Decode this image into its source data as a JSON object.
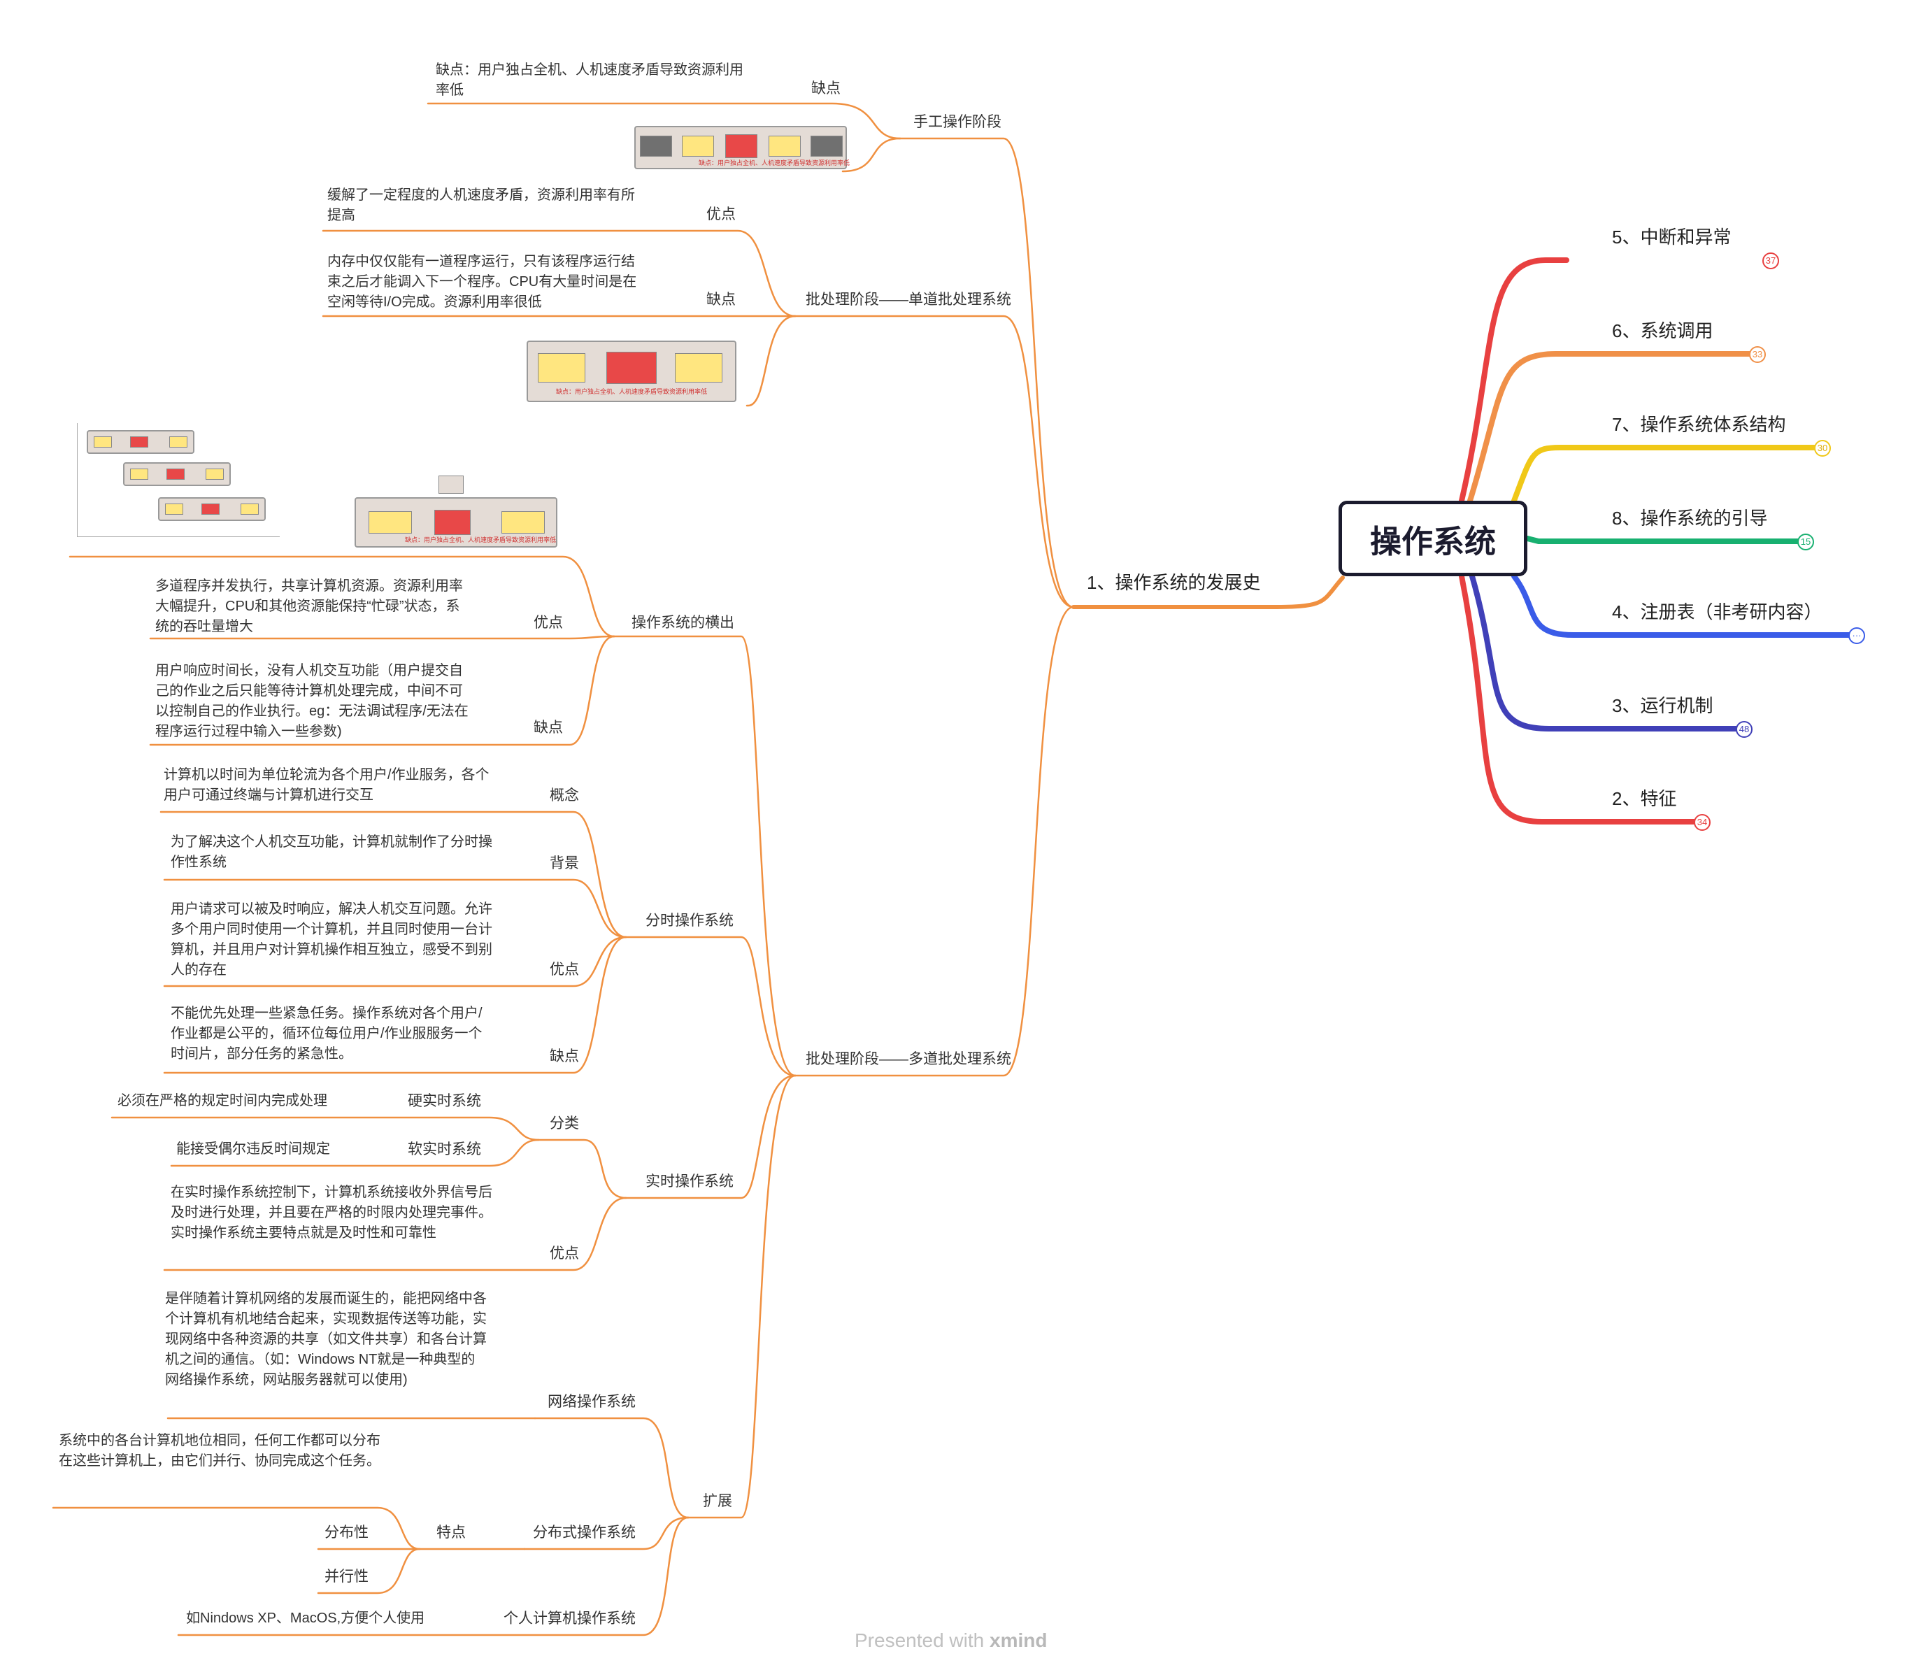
{
  "root": {
    "label": "操作系统"
  },
  "branches": [
    {
      "label": "5、中断和异常",
      "badge": "37",
      "color": "#e84040"
    },
    {
      "label": "6、系统调用",
      "badge": "33",
      "color": "#f09048"
    },
    {
      "label": "7、操作系统体系结构",
      "badge": "30",
      "color": "#f0c818"
    },
    {
      "label": "8、操作系统的引导",
      "badge": "15",
      "color": "#18b070"
    },
    {
      "label": "4、注册表（非考研内容）",
      "badge": "···",
      "color": "#3a5ce8"
    },
    {
      "label": "3、运行机制",
      "badge": "48",
      "color": "#4040b8"
    },
    {
      "label": "2、特征",
      "badge": "34",
      "color": "#e84040"
    }
  ],
  "history": {
    "label": "1、操作系统的发展史",
    "color": "#f09040",
    "manual": {
      "label": "手工操作阶段",
      "weak_label": "缺点",
      "weak_text": "缺点：用户独占全机、人机速度矛盾导致资源利用率低",
      "thumb_caption": "缺点：用户独占全机、人机速度矛盾导致资源利用率低"
    },
    "single_batch": {
      "label": "批处理阶段——单道批处理系统",
      "pro_label": "优点",
      "pro_text": "缓解了一定程度的人机速度矛盾，资源利用率有所提高",
      "con_label": "缺点",
      "con_text": "内存中仅仅能有一道程序运行，只有该程序运行结束之后才能调入下一个程序。CPU有大量时间是在空闲等待I/O完成。资源利用率很低",
      "thumb_caption": "缺点：用户独占全机、人机速度矛盾导致资源利用率低"
    },
    "multi_batch": {
      "label": "批处理阶段——多道批处理系统",
      "rise": {
        "label": "操作系统的横出",
        "pro_label": "优点",
        "pro_text": "多道程序并发执行，共享计算机资源。资源利用率大幅提升，CPU和其他资源能保持“忙碌”状态，系统的吞吐量增大",
        "con_label": "缺点",
        "con_text": "用户响应时间长，没有人机交互功能（用户提交自己的作业之后只能等待计算机处理完成，中间不可以控制自己的作业执行。eg：无法调试程序/无法在程序运行过程中输入一些参数)",
        "thumb_caption": "缺点：用户独占全机、人机速度矛盾导致资源利用率低"
      },
      "timeshare": {
        "label": "分时操作系统",
        "concept_label": "概念",
        "concept_text": "计算机以时间为单位轮流为各个用户/作业服务，各个用户可通过终端与计算机进行交互",
        "bg_label": "背景",
        "bg_text": "为了解决这个人机交互功能，计算机就制作了分时操作性系统",
        "pro_label": "优点",
        "pro_text": "用户请求可以被及时响应，解决人机交互问题。允许多个用户同时使用一个计算机，并且同时使用一台计算机，并且用户对计算机操作相互独立，感受不到别人的存在",
        "con_label": "缺点",
        "con_text": "不能优先处理一些紧急任务。操作系统对各个用户/作业都是公平的，循环位每位用户/作业服服务一个时间片，部分任务的紧急性。"
      },
      "realtime": {
        "label": "实时操作系统",
        "class_label": "分类",
        "hard_label": "硬实时系统",
        "hard_text": "必须在严格的规定时间内完成处理",
        "soft_label": "软实时系统",
        "soft_text": "能接受偶尔违反时间规定",
        "pro_label": "优点",
        "pro_text": "在实时操作系统控制下，计算机系统接收外界信号后及时进行处理，并且要在严格的时限内处理完事件。实时操作系统主要特点就是及时性和可靠性"
      },
      "extend": {
        "label": "扩展",
        "network_label": "网络操作系统",
        "network_text": "是伴随着计算机网络的发展而诞生的，能把网络中各个计算机有机地结合起来，实现数据传送等功能，实现网络中各种资源的共享（如文件共享）和各台计算机之间的通信。（如：Windows NT就是一种典型的网络操作系统，网站服务器就可以使用)",
        "dist_label": "分布式操作系统",
        "feature_label": "特点",
        "feature_text": "系统中的各台计算机地位相同，任何工作都可以分布在这些计算机上，由它们并行、协同完成这个任务。",
        "feature_1": "分布性",
        "feature_2": "并行性",
        "pc_label": "个人计算机操作系统",
        "pc_text": "如Nindows XP、MacOS,方便个人使用"
      }
    }
  },
  "footer": {
    "prefix": "Presented with ",
    "brand": "xmind"
  }
}
